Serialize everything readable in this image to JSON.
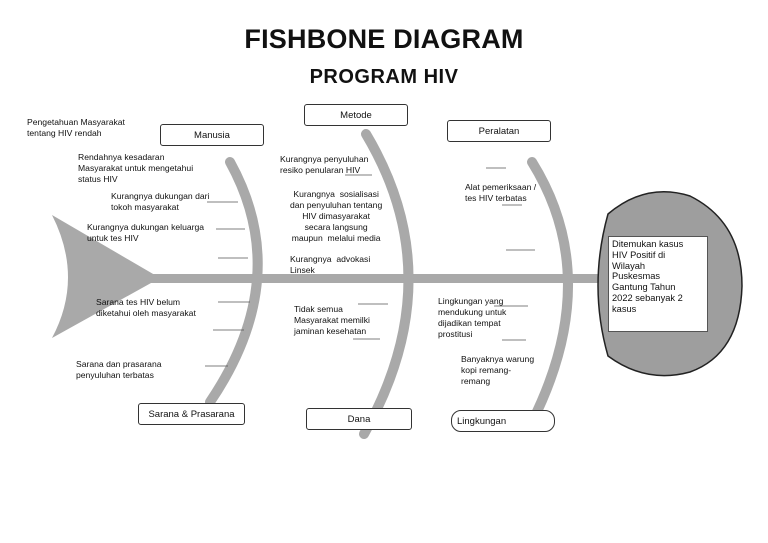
{
  "title": "FISHBONE DIAGRAM",
  "subtitle": "PROGRAM HIV",
  "categories": {
    "manusia": "Manusia",
    "metode": "Metode",
    "peralatan": "Peralatan",
    "sarana": "Sarana & Prasarana",
    "dana": "Dana",
    "lingkungan": "Lingkungan"
  },
  "causes": {
    "manusia": [
      "Pengetahuan Masyarakat\ntentang HIV rendah",
      "Rendahnya kesadaran\nMasyarakat untuk mengetahui\nstatus HIV",
      "Kurangnya dukungan dari\ntokoh masyarakat",
      "Kurangnya dukungan keluarga\nuntuk tes HIV"
    ],
    "metode": [
      "Kurangnya penyuluhan\nresiko penularan HIV",
      "Kurangnya  sosialisasi\ndan penyuluhan tentang\nHIV dimasyarakat\nsecara langsung\nmaupun  melalui media",
      "Kurangnya  advokasi\nLinsek"
    ],
    "peralatan": [
      "Alat pemeriksaan /\ntes HIV terbatas"
    ],
    "sarana": [
      "Sarana tes HIV belum\ndiketahui oleh masyarakat",
      "Sarana dan prasarana\npenyuluhan terbatas"
    ],
    "dana": [
      "Tidak semua\nMasyarakat memilki\njaminan kesehatan"
    ],
    "lingkungan": [
      "Lingkungan yang\nmendukung untuk\ndijadikan tempat\nprostitusi",
      "Banyaknya warung\nkopi remang-\nremang"
    ]
  },
  "effect": "Ditemukan kasus\nHIV Positif di\nWilayah\nPuskesmas\nGantung Tahun\n2022 sebanyak 2\nkasus",
  "colors": {
    "bone": "#a9a9a9",
    "head": "#9e9e9e",
    "head_border": "#222222"
  }
}
